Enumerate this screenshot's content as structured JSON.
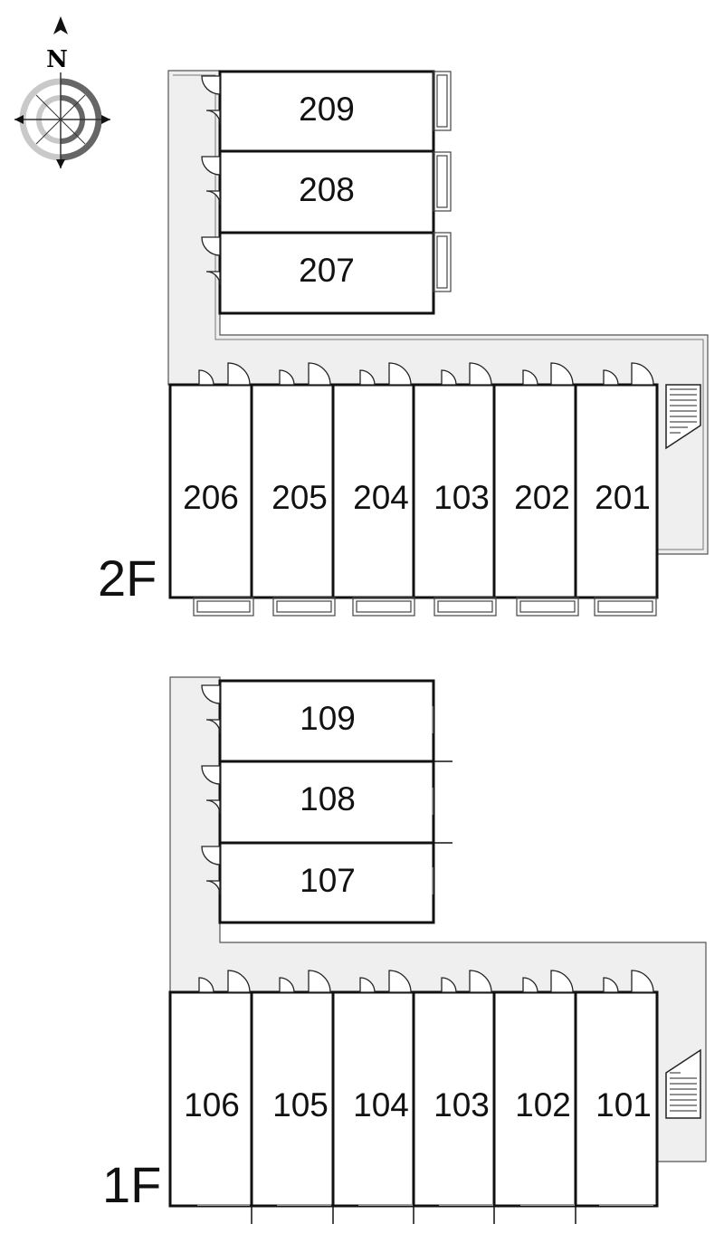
{
  "compass": {
    "north_label": "N"
  },
  "colors": {
    "walkway": "#efefef",
    "wall": "#111111",
    "outline": "#555555",
    "compass_light": "#c9c9c9",
    "compass_dark": "#666666"
  },
  "floors": [
    {
      "label": "2F",
      "side_units": [
        "209",
        "208",
        "207"
      ],
      "row_units": [
        "206",
        "205",
        "204",
        "103",
        "202",
        "201"
      ]
    },
    {
      "label": "1F",
      "side_units": [
        "109",
        "108",
        "107"
      ],
      "row_units": [
        "106",
        "105",
        "104",
        "103",
        "102",
        "101"
      ]
    }
  ]
}
